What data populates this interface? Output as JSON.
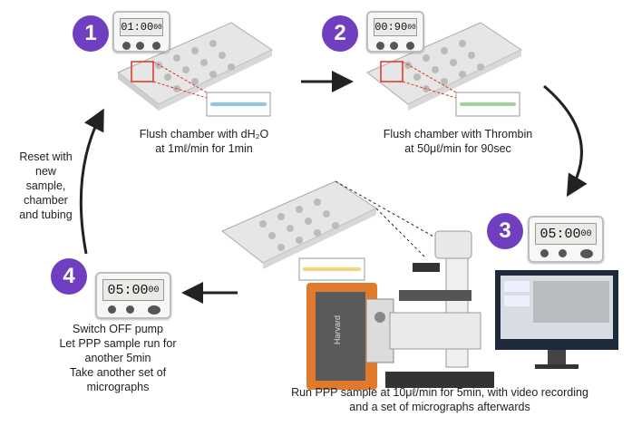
{
  "steps": [
    {
      "number": "1",
      "timer": "01:00",
      "timer_suffix": "00",
      "text_line1": "Flush chamber with dH₂O",
      "text_line2": "at 1mℓ/min for 1min"
    },
    {
      "number": "2",
      "timer": "00:90",
      "timer_suffix": "00",
      "text_line1": "Flush chamber with Thrombin",
      "text_line2": "at 50μℓ/min for 90sec"
    },
    {
      "number": "3",
      "timer": "05:00",
      "timer_suffix": "00",
      "text_line1": "Run PPP sample at 10μℓ/min for 5min, with video recording",
      "text_line2": "and a set of micrographs afterwards"
    },
    {
      "number": "4",
      "timer": "05:00",
      "timer_suffix": "00",
      "text_line1": "Switch OFF pump",
      "text_line2": "Let PPP sample run for",
      "text_line3": "another 5min",
      "text_line4": "Take another set of",
      "text_line5": "micrographs"
    }
  ],
  "reset_text": [
    "Reset with",
    "new",
    "sample,",
    "chamber",
    "and tubing"
  ],
  "pump_label": "Harvard",
  "colors": {
    "badge": "#6f3fbf",
    "channel1": "#8fc5e8",
    "channel2": "#9fd49a",
    "channel3": "#f2d47a",
    "pump": "#e07b2e"
  }
}
